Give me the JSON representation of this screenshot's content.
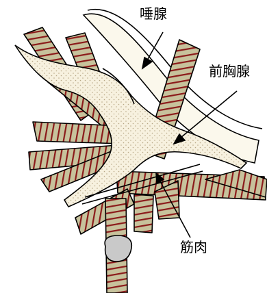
{
  "labels": {
    "salivary_gland": "唾腺",
    "prothoracic_gland": "前胸腺",
    "muscle": "筋肉"
  },
  "colors": {
    "muscle_fill": "#c7c29c",
    "muscle_stripe": "#8b1a1a",
    "gland_fill": "#f7f1df",
    "gland_dots": "#b8a887",
    "salivary_fill": "#fbf8ec",
    "outline": "#000000",
    "nucleus": "#c9c9c9"
  }
}
